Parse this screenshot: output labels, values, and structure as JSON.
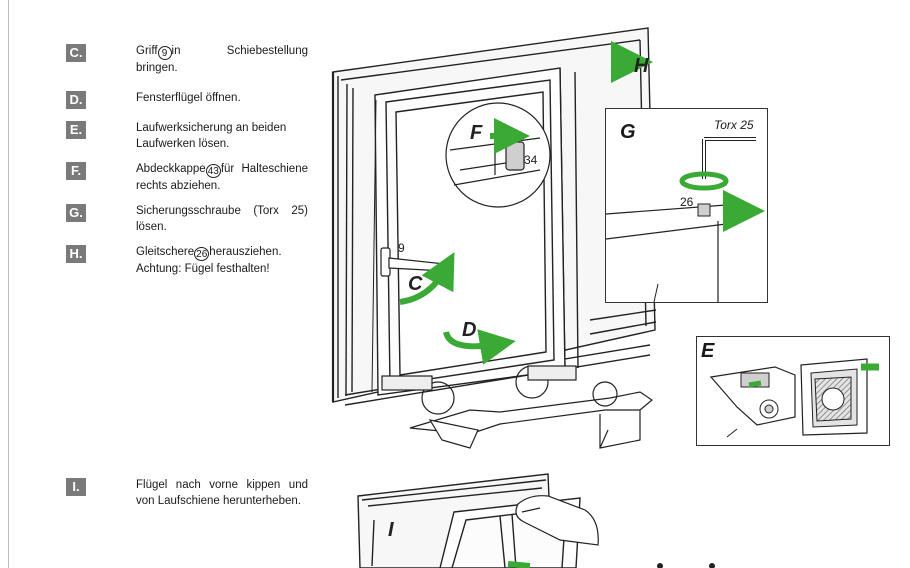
{
  "steps": [
    {
      "badge": "C.",
      "parts": [
        "Griff",
        "9",
        "in Schiebestellung bringen."
      ]
    },
    {
      "badge": "D.",
      "text": "Fensterflügel öffnen."
    },
    {
      "badge": "E.",
      "text": "Laufwerksicherung an beiden Laufwerken lösen."
    },
    {
      "badge": "F.",
      "parts": [
        "Abdeckkappe",
        "43",
        "für Halteschiene rechts abziehen."
      ]
    },
    {
      "badge": "G.",
      "text": "Sicherungsschraube (Torx 25) lösen."
    },
    {
      "badge": "H.",
      "parts": [
        "Gleitschere",
        "26",
        "herausziehen."
      ],
      "line2": "Achtung: Fügel festhalten!"
    },
    {
      "badge": "I.",
      "text": "Flügel nach vorne kippen und von Laufschiene herunterheben."
    }
  ],
  "illustration": {
    "labels": {
      "C": "C",
      "D": "D",
      "E": "E",
      "F": "F",
      "G": "G",
      "H": "H",
      "I": "I"
    },
    "numbers": {
      "handle": "9",
      "cap": "34",
      "screw": "26"
    },
    "tool": "Torx 25",
    "arrow_color": "#3aa935"
  }
}
